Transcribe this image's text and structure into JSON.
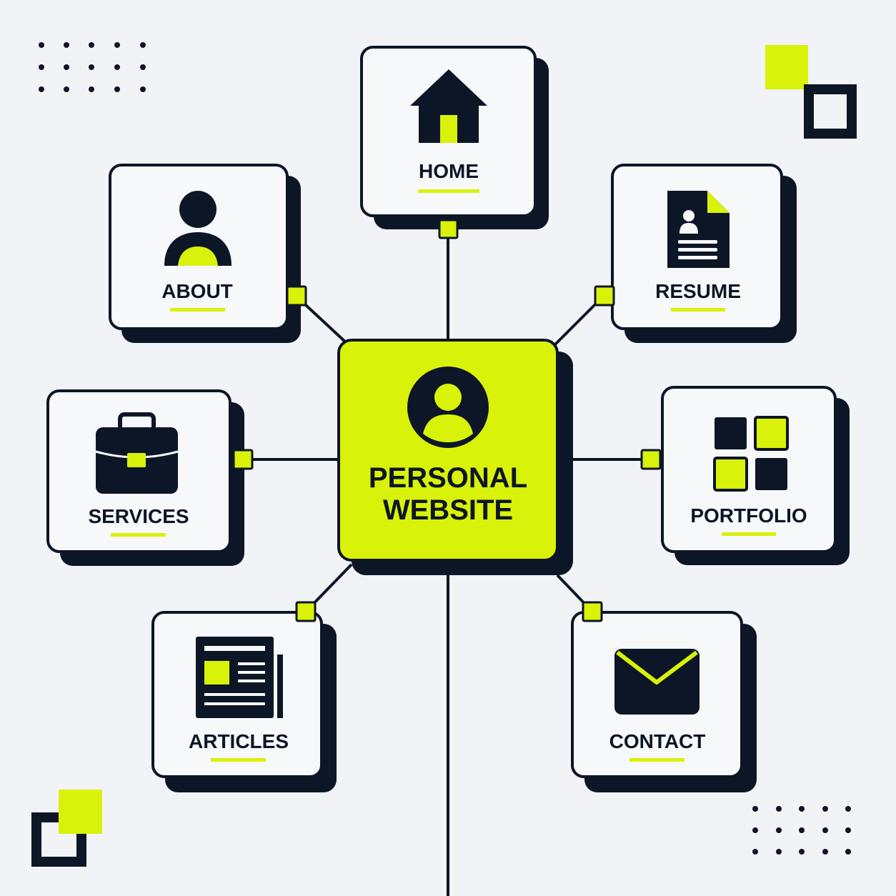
{
  "center": {
    "line1": "PERSONAL",
    "line2": "WEBSITE",
    "icon": "user-circle-icon"
  },
  "nodes": {
    "home": {
      "label": "HOME",
      "icon": "house-icon"
    },
    "about": {
      "label": "ABOUT",
      "icon": "person-icon"
    },
    "resume": {
      "label": "RESUME",
      "icon": "resume-document-icon"
    },
    "services": {
      "label": "SERVICES",
      "icon": "briefcase-icon"
    },
    "portfolio": {
      "label": "PORTFOLIO",
      "icon": "grid-icon"
    },
    "articles": {
      "label": "ARTICLES",
      "icon": "newspaper-icon"
    },
    "contact": {
      "label": "CONTACT",
      "icon": "envelope-icon"
    }
  },
  "colors": {
    "accent": "#d8f20a",
    "dark": "#0d1626",
    "background": "#f1f3f6",
    "card": "#f7f8fa"
  }
}
